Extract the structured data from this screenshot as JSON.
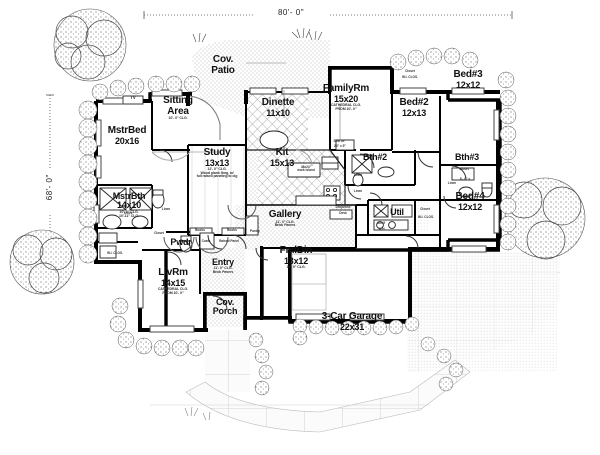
{
  "plan": {
    "overall_width_label": "80'- 0\"",
    "overall_depth_label": "68'- 0\"",
    "rooms": [
      {
        "key": "mstrbed",
        "name": "MstrBed",
        "dim": "20x16",
        "note": ""
      },
      {
        "key": "sitting",
        "name": "Sitting",
        "name2": "Area",
        "dim": "",
        "note": "10'- 0\" CLG."
      },
      {
        "key": "covpatio",
        "name": "Cov.",
        "name2": "Patio",
        "dim": "",
        "note": ""
      },
      {
        "key": "dinette",
        "name": "Dinette",
        "dim": "11x10",
        "note": ""
      },
      {
        "key": "familyrm",
        "name": "FamilyRm",
        "dim": "15x20",
        "note": "CATHEDRAL CLG.",
        "note2": "FROM 10'- 0\""
      },
      {
        "key": "bed2",
        "name": "Bed#2",
        "dim": "12x13",
        "note": ""
      },
      {
        "key": "bed3",
        "name": "Bed#3",
        "dim": "12x12",
        "note": ""
      },
      {
        "key": "bth2",
        "name": "Bth#2",
        "dim": "",
        "note": ""
      },
      {
        "key": "bth3",
        "name": "Bth#3",
        "dim": "",
        "note": ""
      },
      {
        "key": "bed4",
        "name": "Bed#4",
        "dim": "12x12",
        "note": ""
      },
      {
        "key": "study",
        "name": "Study",
        "dim": "13x13",
        "note": "12'- 0\" CLG.",
        "note2": "Wood plank flrng. w/",
        "note3": "full raised paneling to clg"
      },
      {
        "key": "kit",
        "name": "Kit",
        "dim": "15x13",
        "note": "48x24\"",
        "note2": "work island"
      },
      {
        "key": "mstrbth",
        "name": "MstrBth",
        "dim": "14x10",
        "note": "10'- 0\" CLG.",
        "note2": "10'-11\" CLG."
      },
      {
        "key": "gallery",
        "name": "Gallery",
        "dim": "",
        "note": "11'- 0\" CLG.",
        "note2": "Brick Pavers"
      },
      {
        "key": "util",
        "name": "Util",
        "dim": "",
        "note": ""
      },
      {
        "key": "pwdr",
        "name": "Pwdr",
        "dim": "",
        "note": ""
      },
      {
        "key": "fmldin",
        "name": "FmlDin",
        "dim": "13x12",
        "note": "11'- 0\" CLG."
      },
      {
        "key": "entry",
        "name": "Entry",
        "dim": "",
        "note": "11'- 0\" CLG.",
        "note2": "Brick Pavers"
      },
      {
        "key": "livrm",
        "name": "LivRm",
        "dim": "14x15",
        "note": "CATHEDRAL CLG.",
        "note2": "FROM 10'- 0\""
      },
      {
        "key": "covporch",
        "name": "Cov.",
        "name2": "Porch",
        "dim": "",
        "note": ""
      },
      {
        "key": "garage",
        "name": "3-Car Garage",
        "dim": "22x31",
        "note": ""
      }
    ],
    "small_labels": {
      "tv": "TV",
      "closet": "Closet",
      "wic_bed2": "Closet",
      "wic_bed2b": "W.I. CLOS.",
      "closet_bed3": "Closet",
      "closet_bed3b": "6'- 0\" x",
      "linen_bth2": "Linen",
      "linen_bth2b": "Linen",
      "linen_mstr": "Linen",
      "shelf_mstr": "Shlvs",
      "wiclos_mstr": "W.I. CLOS.",
      "closet_pwdr": "Closet",
      "coats": "Coats",
      "books_l": "Books",
      "books_r": "Books",
      "pantry": "Pantry",
      "raised_panel": "Raised Panel",
      "shelf_util": "Shelf",
      "closet_util": "Closet",
      "wiclos_util": "W.I. CLOS.",
      "dropzone": "Dropzone",
      "linen_bth3": "Linen",
      "seat_kit": "Seat w/",
      "seat_kit2": "24\" x 5\"",
      "desk": "Desk",
      "wh": "W.H."
    }
  }
}
